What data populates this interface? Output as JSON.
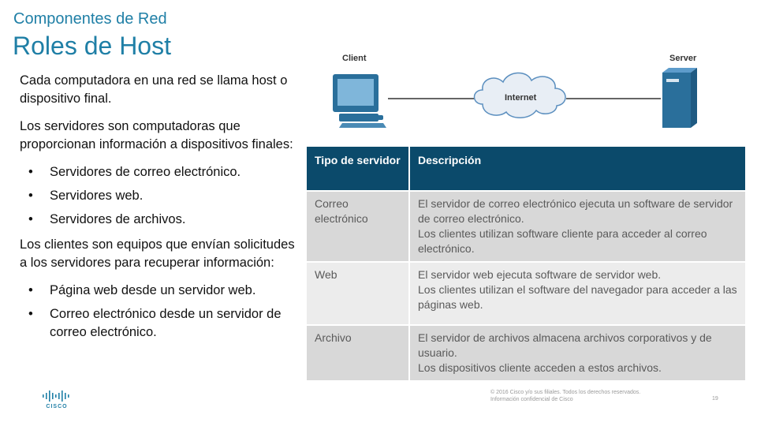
{
  "header": {
    "subtitle": "Componentes de Red",
    "title": "Roles de Host"
  },
  "left": {
    "p1": "Cada computadora en una red se llama host o dispositivo final.",
    "p2": "Los servidores son computadoras que proporcionan información a dispositivos finales:",
    "bullets1": [
      "Servidores de correo electrónico.",
      "Servidores web.",
      "Servidores de archivos."
    ],
    "p3": "Los clientes son equipos que envían solicitudes a los servidores para recuperar información:",
    "bullets2": [
      "Página web desde un servidor web.",
      "Correo electrónico desde un servidor de correo electrónico."
    ]
  },
  "diagram": {
    "client_label": "Client",
    "server_label": "Server",
    "internet_label": "Internet",
    "colors": {
      "line": "#333333",
      "device": "#2a6f9b",
      "cloud": "#e8eef5"
    }
  },
  "table": {
    "headers": [
      "Tipo de servidor",
      "Descripción"
    ],
    "rows": [
      {
        "type": "Correo electrónico",
        "desc": [
          "El servidor de correo electrónico ejecuta un software de servidor de correo electrónico.",
          "Los clientes utilizan software cliente para acceder al correo electrónico."
        ]
      },
      {
        "type": "Web",
        "desc": [
          "El servidor web ejecuta software de servidor web.",
          "Los clientes utilizan el software del navegador para acceder a las páginas web."
        ]
      },
      {
        "type": "Archivo",
        "desc": [
          "El servidor de archivos almacena archivos corporativos y de usuario.",
          "Los dispositivos cliente acceden a estos archivos."
        ]
      }
    ],
    "colors": {
      "header_bg": "#0b4a6b",
      "row_dark": "#d8d8d8",
      "row_light": "#ececec"
    }
  },
  "footer": {
    "brand": "CISCO",
    "copyright": "© 2016 Cisco y/o sus filiales. Todos los derechos reservados.",
    "confidential": "Información confidencial de Cisco",
    "page": "19"
  }
}
